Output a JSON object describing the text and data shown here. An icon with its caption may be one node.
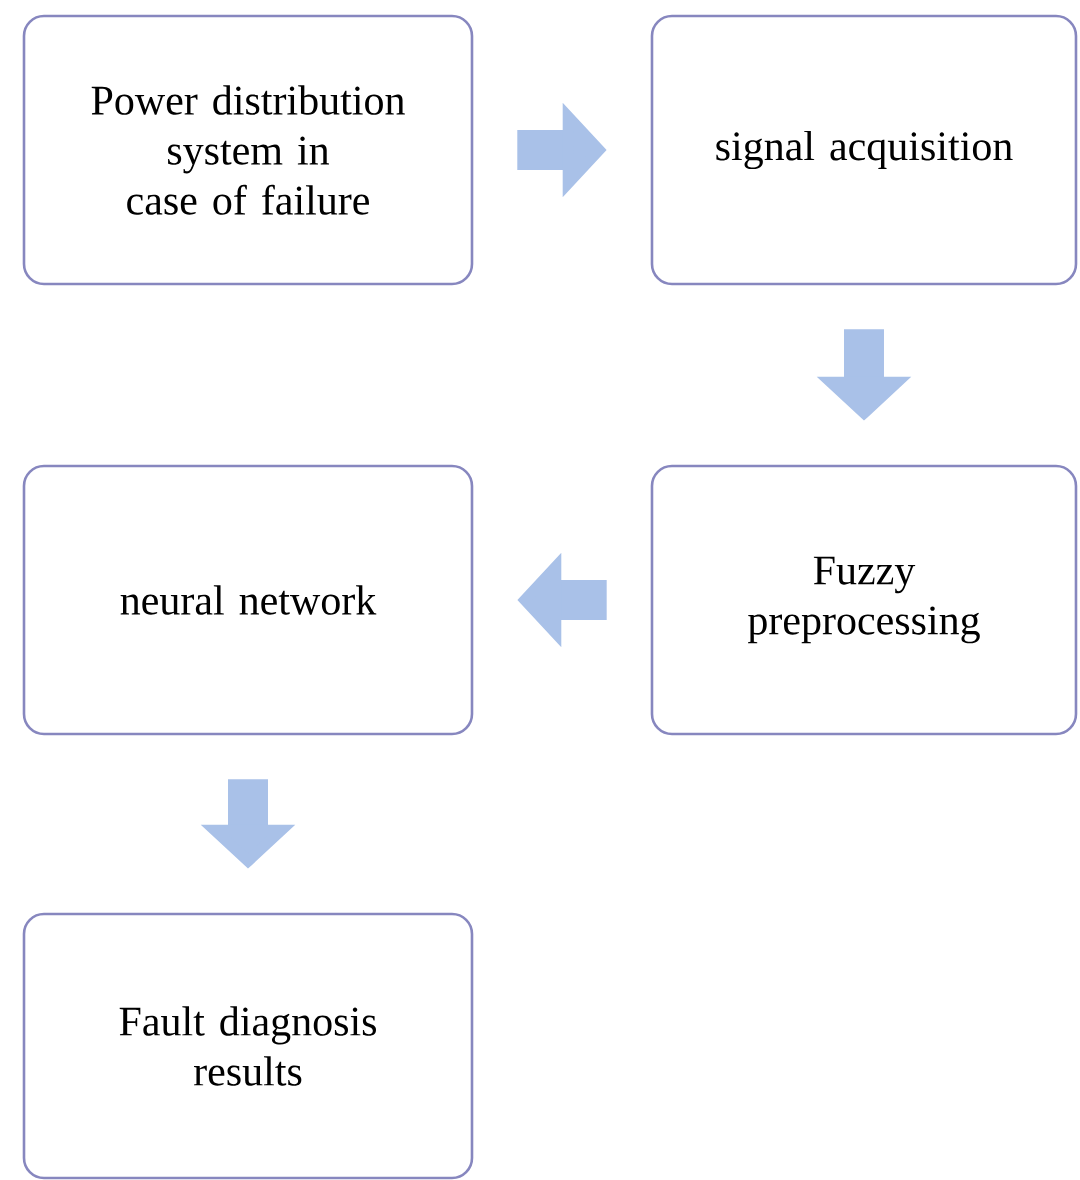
{
  "diagram": {
    "nodes": [
      {
        "text": [
          "Power distribution system in case of failure"
        ]
      },
      {
        "text": [
          "signal acquisition"
        ]
      },
      {
        "text": [
          "Fuzzy preprocessing"
        ]
      },
      {
        "text": [
          "neural network"
        ]
      },
      {
        "text": [
          "Fault diagnosis results"
        ]
      }
    ],
    "edges": [
      {
        "from": 0,
        "to": 1,
        "arrow": "to"
      },
      {
        "from": 1,
        "to": 2,
        "arrow": "to"
      },
      {
        "from": 2,
        "to": 3,
        "arrow": "to"
      },
      {
        "from": 3,
        "to": 4,
        "arrow": "to"
      }
    ]
  }
}
